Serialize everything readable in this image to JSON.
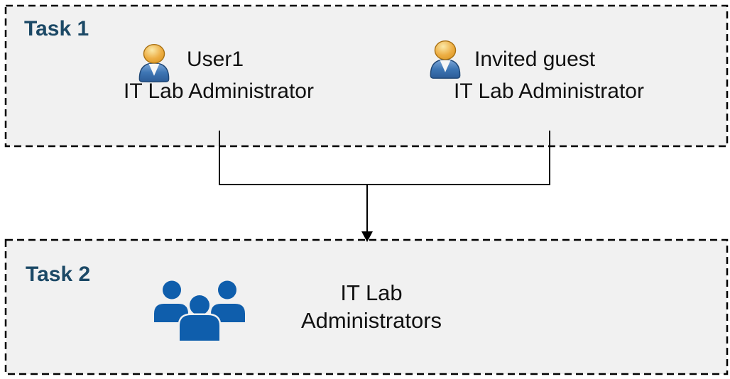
{
  "diagram": {
    "task1": {
      "label": "Task 1",
      "users": [
        {
          "name": "User1",
          "role": "IT Lab Administrator",
          "icon": "person-icon"
        },
        {
          "name": "Invited guest",
          "role": "IT Lab Administrator",
          "icon": "person-icon"
        }
      ]
    },
    "task2": {
      "label": "Task 2",
      "group": {
        "icon": "people-group-icon",
        "lines": [
          "IT Lab",
          "Administrators"
        ]
      }
    },
    "connector": {
      "type": "merge-arrow",
      "from": [
        "User1",
        "Invited guest"
      ],
      "to": "IT Lab Administrators"
    },
    "colors": {
      "task_label_blue": "#1C4966",
      "box_background": "#F1F1F1",
      "box_border": "#000000",
      "group_icon_blue": "#0F5EAC",
      "person_head_orange": "#E8A33D",
      "person_body_blue": "#3E76B4",
      "connector_line": "#000000",
      "text": "#111111"
    }
  }
}
